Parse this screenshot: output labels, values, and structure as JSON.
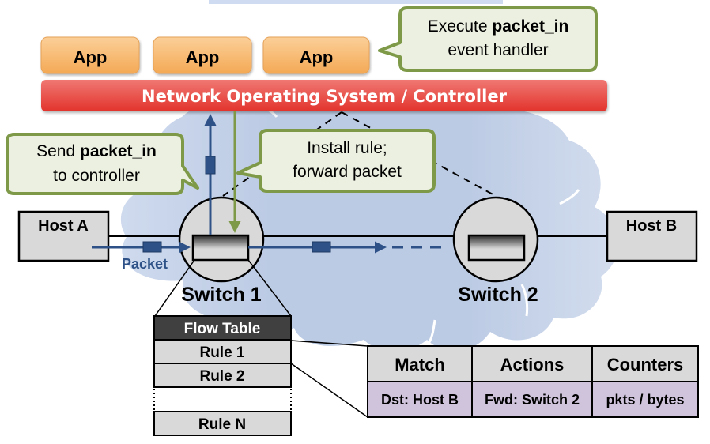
{
  "diagram": {
    "apps": [
      {
        "label": "App"
      },
      {
        "label": "App"
      },
      {
        "label": "App"
      }
    ],
    "controller": {
      "label": "Network Operating System / Controller"
    },
    "callouts": {
      "execute": {
        "line1_prefix": "Execute ",
        "line1_bold": "packet_in",
        "line2": "event handler"
      },
      "send": {
        "line1_prefix": "Send ",
        "line1_bold": "packet_in",
        "line2": "to controller"
      },
      "install": {
        "line1": "Install rule;",
        "line2": "forward packet"
      }
    },
    "hosts": {
      "a": {
        "label": "Host A"
      },
      "b": {
        "label": "Host B"
      }
    },
    "switches": {
      "s1": {
        "label": "Switch 1"
      },
      "s2": {
        "label": "Switch 2"
      }
    },
    "packet_label": "Packet",
    "flow_table": {
      "title": "Flow Table",
      "rules": [
        "Rule 1",
        "Rule 2",
        "Rule N"
      ]
    },
    "rule_detail": {
      "headers": [
        "Match",
        "Actions",
        "Counters"
      ],
      "values": [
        "Dst: Host B",
        "Fwd: Switch 2",
        "pkts / bytes"
      ]
    },
    "colors": {
      "app_fill": "#f7b56a",
      "controller_fill": "#e8413a",
      "callout_border": "#7e9a48",
      "callout_fill": "#ebf0e0",
      "cloud_fill": "#bccbe4",
      "packet_blue": "#2e5287",
      "control_green": "#7e9a48",
      "node_fill": "#d9d9d9",
      "flow_header_fill": "#404040",
      "rule_values_fill": "#cfc4dc"
    }
  }
}
